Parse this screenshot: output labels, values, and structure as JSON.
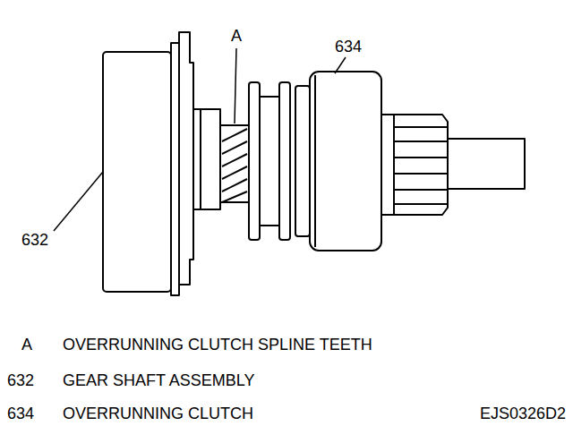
{
  "diagram": {
    "labels": [
      "A",
      "634",
      "632",
      "A",
      "OVERRUNNING CLUTCH SPLINE TEETH",
      "632",
      "GEAR SHAFT ASSEMBLY",
      "634",
      "OVERRUNNING CLUTCH",
      "EJS0326D2"
    ]
  }
}
